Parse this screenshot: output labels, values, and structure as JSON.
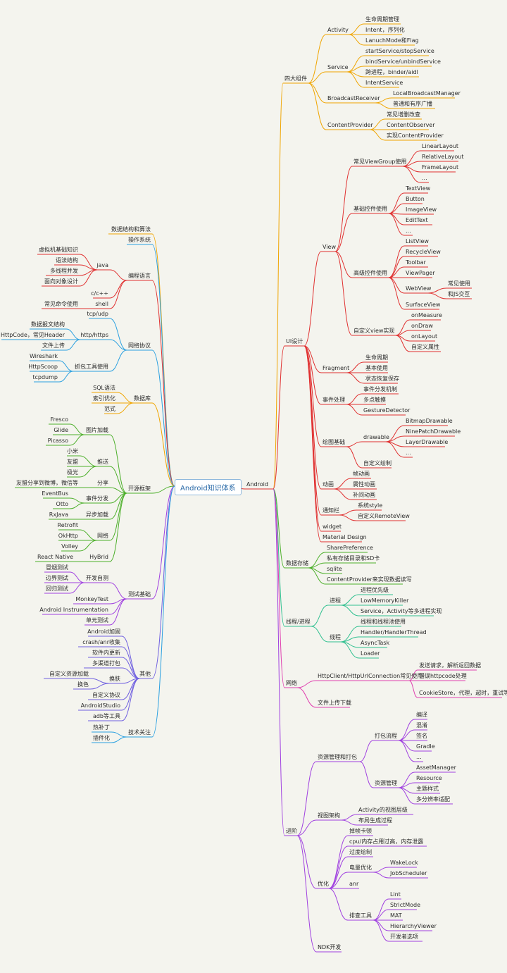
{
  "root": "Android知识体系",
  "colors": {
    "orange": "#f0a500",
    "red": "#e03030",
    "blue": "#2aa0e0",
    "green": "#4caf2a",
    "purple": "#a040e0",
    "pink": "#e040b0",
    "teal": "#30c090",
    "violet": "#7060e0"
  },
  "nodes": [
    {
      "id": "android",
      "label": "Android"
    },
    {
      "id": "sidazujian",
      "label": "四大组件"
    },
    {
      "id": "activity",
      "label": "Activity"
    },
    {
      "id": "a1",
      "label": "生命周期管理"
    },
    {
      "id": "a2",
      "label": "Intent，序列化"
    },
    {
      "id": "a3",
      "label": "LanuchMode和Flag"
    },
    {
      "id": "service",
      "label": "Service"
    },
    {
      "id": "s1",
      "label": "startService/stopService"
    },
    {
      "id": "s2",
      "label": "bindService/unbindService"
    },
    {
      "id": "s3",
      "label": "跨进程，binder/aidl"
    },
    {
      "id": "s4",
      "label": "IntentService"
    },
    {
      "id": "br",
      "label": "BroadcastReceiver"
    },
    {
      "id": "br1",
      "label": "LocalBroadcastManager"
    },
    {
      "id": "br2",
      "label": "普通和有序广播"
    },
    {
      "id": "cp",
      "label": "ContentProvider"
    },
    {
      "id": "cp1",
      "label": "常见增删改查"
    },
    {
      "id": "cp2",
      "label": "ContentObserver"
    },
    {
      "id": "cp3",
      "label": "实现ContentProvider"
    },
    {
      "id": "uisheji",
      "label": "UI设计"
    },
    {
      "id": "view",
      "label": "View"
    },
    {
      "id": "vg",
      "label": "常见ViewGroup使用"
    },
    {
      "id": "vg1",
      "label": "LinearLayout"
    },
    {
      "id": "vg2",
      "label": "RelativeLayout"
    },
    {
      "id": "vg3",
      "label": "FrameLayout"
    },
    {
      "id": "vg4",
      "label": "..."
    },
    {
      "id": "jc",
      "label": "基础控件使用"
    },
    {
      "id": "jc1",
      "label": "TextView"
    },
    {
      "id": "jc2",
      "label": "Button"
    },
    {
      "id": "jc3",
      "label": "ImageView"
    },
    {
      "id": "jc4",
      "label": "EditText"
    },
    {
      "id": "jc5",
      "label": "..."
    },
    {
      "id": "gj",
      "label": "高级控件使用"
    },
    {
      "id": "gj1",
      "label": "ListView"
    },
    {
      "id": "gj2",
      "label": "RecycleView"
    },
    {
      "id": "gj3",
      "label": "Toolbar"
    },
    {
      "id": "gj4",
      "label": "ViewPager"
    },
    {
      "id": "wv",
      "label": "WebView"
    },
    {
      "id": "wv1",
      "label": "常见使用"
    },
    {
      "id": "wv2",
      "label": "和JS交互"
    },
    {
      "id": "gj6",
      "label": "SurfaceView"
    },
    {
      "id": "zdy",
      "label": "自定义view实现"
    },
    {
      "id": "zdy1",
      "label": "onMeasure"
    },
    {
      "id": "zdy2",
      "label": "onDraw"
    },
    {
      "id": "zdy3",
      "label": "onLayout"
    },
    {
      "id": "zdy4",
      "label": "自定义属性"
    },
    {
      "id": "frag",
      "label": "Fragment"
    },
    {
      "id": "f1",
      "label": "生命周期"
    },
    {
      "id": "f2",
      "label": "基本使用"
    },
    {
      "id": "f3",
      "label": "状态恢复保存"
    },
    {
      "id": "sj",
      "label": "事件处理"
    },
    {
      "id": "sj1",
      "label": "事件分发机制"
    },
    {
      "id": "sj2",
      "label": "多点触摸"
    },
    {
      "id": "sj3",
      "label": "GestureDetector"
    },
    {
      "id": "ht",
      "label": "绘图基础"
    },
    {
      "id": "dr",
      "label": "drawable"
    },
    {
      "id": "dr1",
      "label": "BitmapDrawable"
    },
    {
      "id": "dr2",
      "label": "NinePatchDrawable"
    },
    {
      "id": "dr3",
      "label": "LayerDrawable"
    },
    {
      "id": "dr4",
      "label": "..."
    },
    {
      "id": "ht2",
      "label": "自定义绘制"
    },
    {
      "id": "dh",
      "label": "动画"
    },
    {
      "id": "dh1",
      "label": "帧动画"
    },
    {
      "id": "dh2",
      "label": "属性动画"
    },
    {
      "id": "dh3",
      "label": "补间动画"
    },
    {
      "id": "tzl",
      "label": "通知栏"
    },
    {
      "id": "tz1",
      "label": "系统style"
    },
    {
      "id": "tz2",
      "label": "自定义RemoteView"
    },
    {
      "id": "widget",
      "label": "widget"
    },
    {
      "id": "md",
      "label": "Material Design"
    },
    {
      "id": "sjcc",
      "label": "数据存储"
    },
    {
      "id": "sc1",
      "label": "SharePreference"
    },
    {
      "id": "sc2",
      "label": "私有存储目录和SD卡"
    },
    {
      "id": "sc3",
      "label": "sqlite"
    },
    {
      "id": "sc4",
      "label": "ContentProvider来实现数据读写"
    },
    {
      "id": "xc",
      "label": "线程/进程"
    },
    {
      "id": "jincheng",
      "label": "进程"
    },
    {
      "id": "jc_1",
      "label": "进程优先级"
    },
    {
      "id": "jc_2",
      "label": "LowMemoryKiller"
    },
    {
      "id": "jc_3",
      "label": "Service，Activity等多进程实现"
    },
    {
      "id": "xiancheng",
      "label": "线程"
    },
    {
      "id": "xc_1",
      "label": "线程和线程池使用"
    },
    {
      "id": "xc_2",
      "label": "Handler/HandlerThread"
    },
    {
      "id": "xc_3",
      "label": "AsyncTask"
    },
    {
      "id": "xc_4",
      "label": "Loader"
    },
    {
      "id": "wl",
      "label": "网络"
    },
    {
      "id": "http",
      "label": "HttpClient/HttpUrlConnection常见使用"
    },
    {
      "id": "http1",
      "label": "发送请求，解析返回数据"
    },
    {
      "id": "http2",
      "label": "错误httpcode处理"
    },
    {
      "id": "http3",
      "label": "CookieStore，代理，超时，重试等设置"
    },
    {
      "id": "wjsc",
      "label": "文件上传下载"
    },
    {
      "id": "jj",
      "label": "进阶"
    },
    {
      "id": "zygl",
      "label": "资源管理和打包"
    },
    {
      "id": "dblc",
      "label": "打包流程"
    },
    {
      "id": "db1",
      "label": "编译"
    },
    {
      "id": "db2",
      "label": "混淆"
    },
    {
      "id": "db3",
      "label": "签名"
    },
    {
      "id": "db4",
      "label": "Gradle"
    },
    {
      "id": "db5",
      "label": "..."
    },
    {
      "id": "zygl2",
      "label": "资源管理"
    },
    {
      "id": "zg1",
      "label": "AssetManager"
    },
    {
      "id": "zg2",
      "label": "Resource"
    },
    {
      "id": "zg3",
      "label": "主题样式"
    },
    {
      "id": "zg4",
      "label": "多分辨率适配"
    },
    {
      "id": "stjg",
      "label": "视图架构"
    },
    {
      "id": "st1",
      "label": "Activity的视图层级"
    },
    {
      "id": "st2",
      "label": "布局生成过程"
    },
    {
      "id": "yh",
      "label": "优化"
    },
    {
      "id": "yh1",
      "label": "掉帧卡顿"
    },
    {
      "id": "yh2",
      "label": "cpu/内存占用过高，内存泄露"
    },
    {
      "id": "yh3",
      "label": "过度绘制"
    },
    {
      "id": "dlyh",
      "label": "电量优化"
    },
    {
      "id": "dl1",
      "label": "WakeLock"
    },
    {
      "id": "dl2",
      "label": "JobScheduler"
    },
    {
      "id": "yh5",
      "label": "anr"
    },
    {
      "id": "pcgj",
      "label": "排查工具"
    },
    {
      "id": "pc1",
      "label": "Lint"
    },
    {
      "id": "pc2",
      "label": "StrictMode"
    },
    {
      "id": "pc3",
      "label": "MAT"
    },
    {
      "id": "pc4",
      "label": "HierarchyViewer"
    },
    {
      "id": "pc5",
      "label": "开发者选项"
    },
    {
      "id": "ndk",
      "label": "NDK开发"
    },
    {
      "id": "sjjg",
      "label": "数据结构和算法"
    },
    {
      "id": "czxt",
      "label": "操作系统"
    },
    {
      "id": "bcyy",
      "label": "编程语言"
    },
    {
      "id": "java",
      "label": "java"
    },
    {
      "id": "j1",
      "label": "虚拟机基础知识"
    },
    {
      "id": "j2",
      "label": "语法结构"
    },
    {
      "id": "j3",
      "label": "多线程并发"
    },
    {
      "id": "j4",
      "label": "面向对象设计"
    },
    {
      "id": "cpp",
      "label": "c/c++"
    },
    {
      "id": "shell",
      "label": "shell"
    },
    {
      "id": "sh1",
      "label": "常见命令使用"
    },
    {
      "id": "wlxy",
      "label": "网络协议"
    },
    {
      "id": "tcp",
      "label": "tcp/udp"
    },
    {
      "id": "https",
      "label": "http/https"
    },
    {
      "id": "hs1",
      "label": "数据报文结构"
    },
    {
      "id": "hs2",
      "label": "HttpCode，常见Header"
    },
    {
      "id": "hs3",
      "label": "文件上传"
    },
    {
      "id": "zbgj",
      "label": "抓包工具使用"
    },
    {
      "id": "zb1",
      "label": "Wireshark"
    },
    {
      "id": "zb2",
      "label": "HttpScoop"
    },
    {
      "id": "zb3",
      "label": "tcpdump"
    },
    {
      "id": "sjk",
      "label": "数据库"
    },
    {
      "id": "sq1",
      "label": "SQL语法"
    },
    {
      "id": "sq2",
      "label": "索引优化"
    },
    {
      "id": "sq3",
      "label": "范式"
    },
    {
      "id": "kykj",
      "label": "开源框架"
    },
    {
      "id": "tpjz",
      "label": "图片加载"
    },
    {
      "id": "tp1",
      "label": "Fresco"
    },
    {
      "id": "tp2",
      "label": "Glide"
    },
    {
      "id": "tp3",
      "label": "Picasso"
    },
    {
      "id": "ts",
      "label": "推送"
    },
    {
      "id": "ts1",
      "label": "小米"
    },
    {
      "id": "ts2",
      "label": "友盟"
    },
    {
      "id": "ts3",
      "label": "极光"
    },
    {
      "id": "fx",
      "label": "分享"
    },
    {
      "id": "fx1",
      "label": "友盟分享到微博，微信等"
    },
    {
      "id": "sjff",
      "label": "事件分发"
    },
    {
      "id": "sf1",
      "label": "EventBus"
    },
    {
      "id": "sf2",
      "label": "Otto"
    },
    {
      "id": "ybjz",
      "label": "异步加载"
    },
    {
      "id": "yb1",
      "label": "RxJava"
    },
    {
      "id": "wl2",
      "label": "网络"
    },
    {
      "id": "wl2_1",
      "label": "Retrofit"
    },
    {
      "id": "wl2_2",
      "label": "OkHttp"
    },
    {
      "id": "wl2_3",
      "label": "Volley"
    },
    {
      "id": "hb",
      "label": "HyBrid"
    },
    {
      "id": "hb1",
      "label": "React Native"
    },
    {
      "id": "csjc",
      "label": "测试基础"
    },
    {
      "id": "kfzc",
      "label": "开发自测"
    },
    {
      "id": "kz1",
      "label": "冒烟测试"
    },
    {
      "id": "kz2",
      "label": "边界测试"
    },
    {
      "id": "kz3",
      "label": "回归测试"
    },
    {
      "id": "mt",
      "label": "MonkeyTest"
    },
    {
      "id": "ai",
      "label": "Android Instrumentation"
    },
    {
      "id": "dycs",
      "label": "单元测试"
    },
    {
      "id": "qt",
      "label": "其他"
    },
    {
      "id": "qt1",
      "label": "Android加固"
    },
    {
      "id": "qt2",
      "label": "crash/anr收集"
    },
    {
      "id": "qt3",
      "label": "软件内更新"
    },
    {
      "id": "qt4",
      "label": "多渠道打包"
    },
    {
      "id": "hf",
      "label": "换肤"
    },
    {
      "id": "hf1",
      "label": "自定义资源加载"
    },
    {
      "id": "hf2",
      "label": "换色"
    },
    {
      "id": "qt6",
      "label": "自定义协议"
    },
    {
      "id": "qt7",
      "label": "AndroidStudio"
    },
    {
      "id": "qt8",
      "label": "adb等工具"
    },
    {
      "id": "jsgz",
      "label": "技术关注"
    },
    {
      "id": "gz1",
      "label": "热补丁"
    },
    {
      "id": "gz2",
      "label": "插件化"
    }
  ]
}
